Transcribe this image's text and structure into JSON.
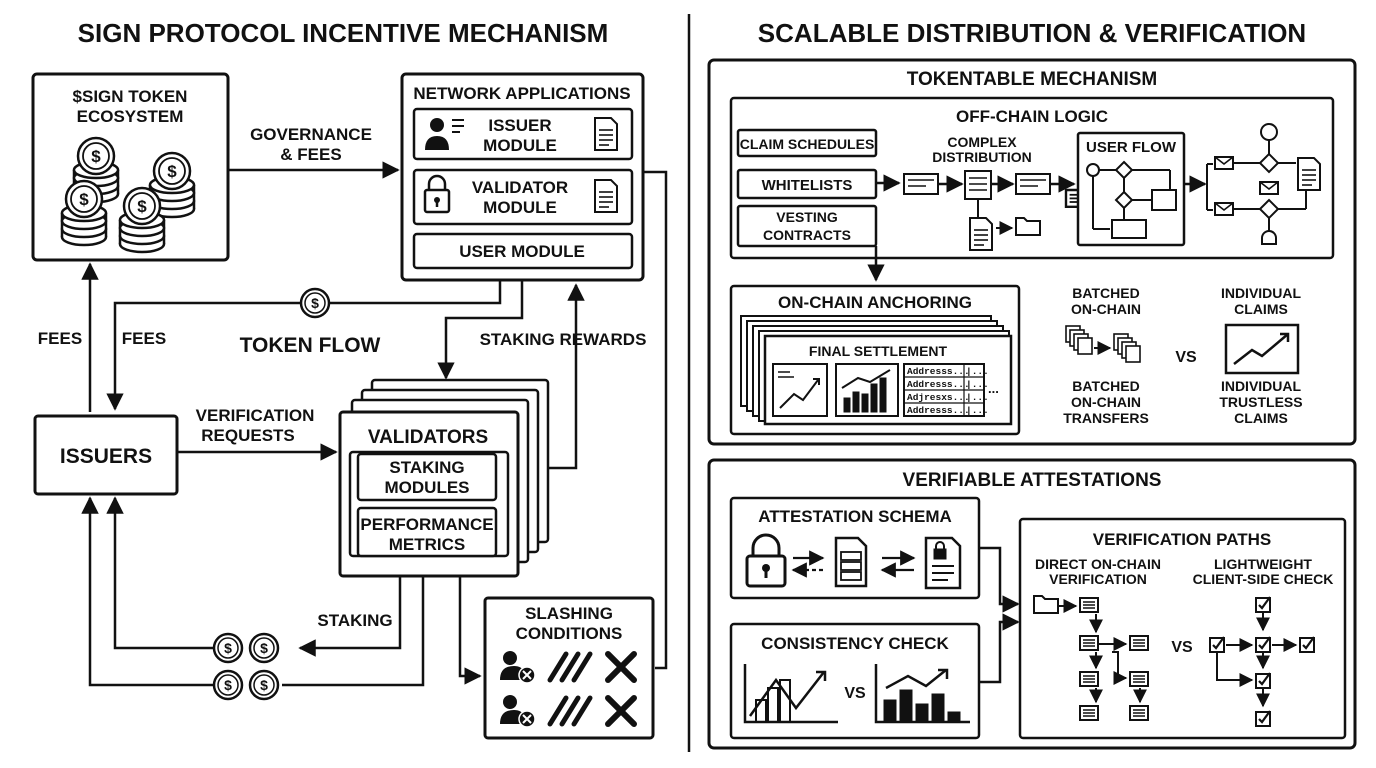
{
  "titles": {
    "left": "SIGN PROTOCOL INCENTIVE MECHANISM",
    "right": "SCALABLE DISTRIBUTION & VERIFICATION"
  },
  "left": {
    "token_ecosystem": [
      "$SIGN TOKEN",
      "ECOSYSTEM"
    ],
    "governance_fees": [
      "GOVERNANCE",
      "& FEES"
    ],
    "network_applications": "NETWORK APPLICATIONS",
    "issuer_module": [
      "ISSUER",
      "MODULE"
    ],
    "validator_module": [
      "VALIDATOR",
      "MODULE"
    ],
    "user_module": "USER MODULE",
    "fees_left": "FEES",
    "fees_right": "FEES",
    "token_flow": "TOKEN FLOW",
    "staking_rewards": "STAKING REWARDS",
    "issuers": "ISSUERS",
    "verification_requests": [
      "VERIFICATION",
      "REQUESTS"
    ],
    "validators": "VALIDATORS",
    "staking_modules": [
      "STAKING",
      "MODULES"
    ],
    "performance_metrics": [
      "PERFORMANCE",
      "METRICS"
    ],
    "staking": "STAKING",
    "slashing_conditions": [
      "SLASHING",
      "CONDITIONS"
    ]
  },
  "right": {
    "tokentable": "TOKENTABLE MECHANISM",
    "off_chain_logic": "OFF-CHAIN LOGIC",
    "claim_schedules": "CLAIM SCHEDULES",
    "whitelists": "WHITELISTS",
    "vesting_contracts": [
      "VESTING",
      "CONTRACTS"
    ],
    "complex_distribution": [
      "COMPLEX",
      "DISTRIBUTION"
    ],
    "user_flow": "USER FLOW",
    "on_chain_anchoring": "ON-CHAIN ANCHORING",
    "final_settlement": "FINAL SETTLEMENT",
    "address_rows": [
      "Addresss...",
      "Addresss...",
      "Adjresxs...",
      "Addresss..."
    ],
    "address_col2": "|...",
    "ellipsis": "...",
    "batched_on_chain": [
      "BATCHED",
      "ON-CHAIN"
    ],
    "batched_transfers": [
      "BATCHED",
      "ON-CHAIN",
      "TRANSFERS"
    ],
    "vs": "VS",
    "individual_claims": [
      "INDIVIDUAL",
      "CLAIMS"
    ],
    "individual_trustless": [
      "INDIVIDUAL",
      "TRUSTLESS",
      "CLAIMS"
    ],
    "verifiable_attestations": "VERIFIABLE ATTESTATIONS",
    "attestation_schema": "ATTESTATION SCHEMA",
    "consistency_check": "CONSISTENCY CHECK",
    "verification_paths": "VERIFICATION PATHS",
    "direct_on_chain": [
      "DIRECT ON-CHAIN",
      "VERIFICATION"
    ],
    "lightweight": [
      "LIGHTWEIGHT",
      "CLIENT-SIDE CHECK"
    ]
  }
}
